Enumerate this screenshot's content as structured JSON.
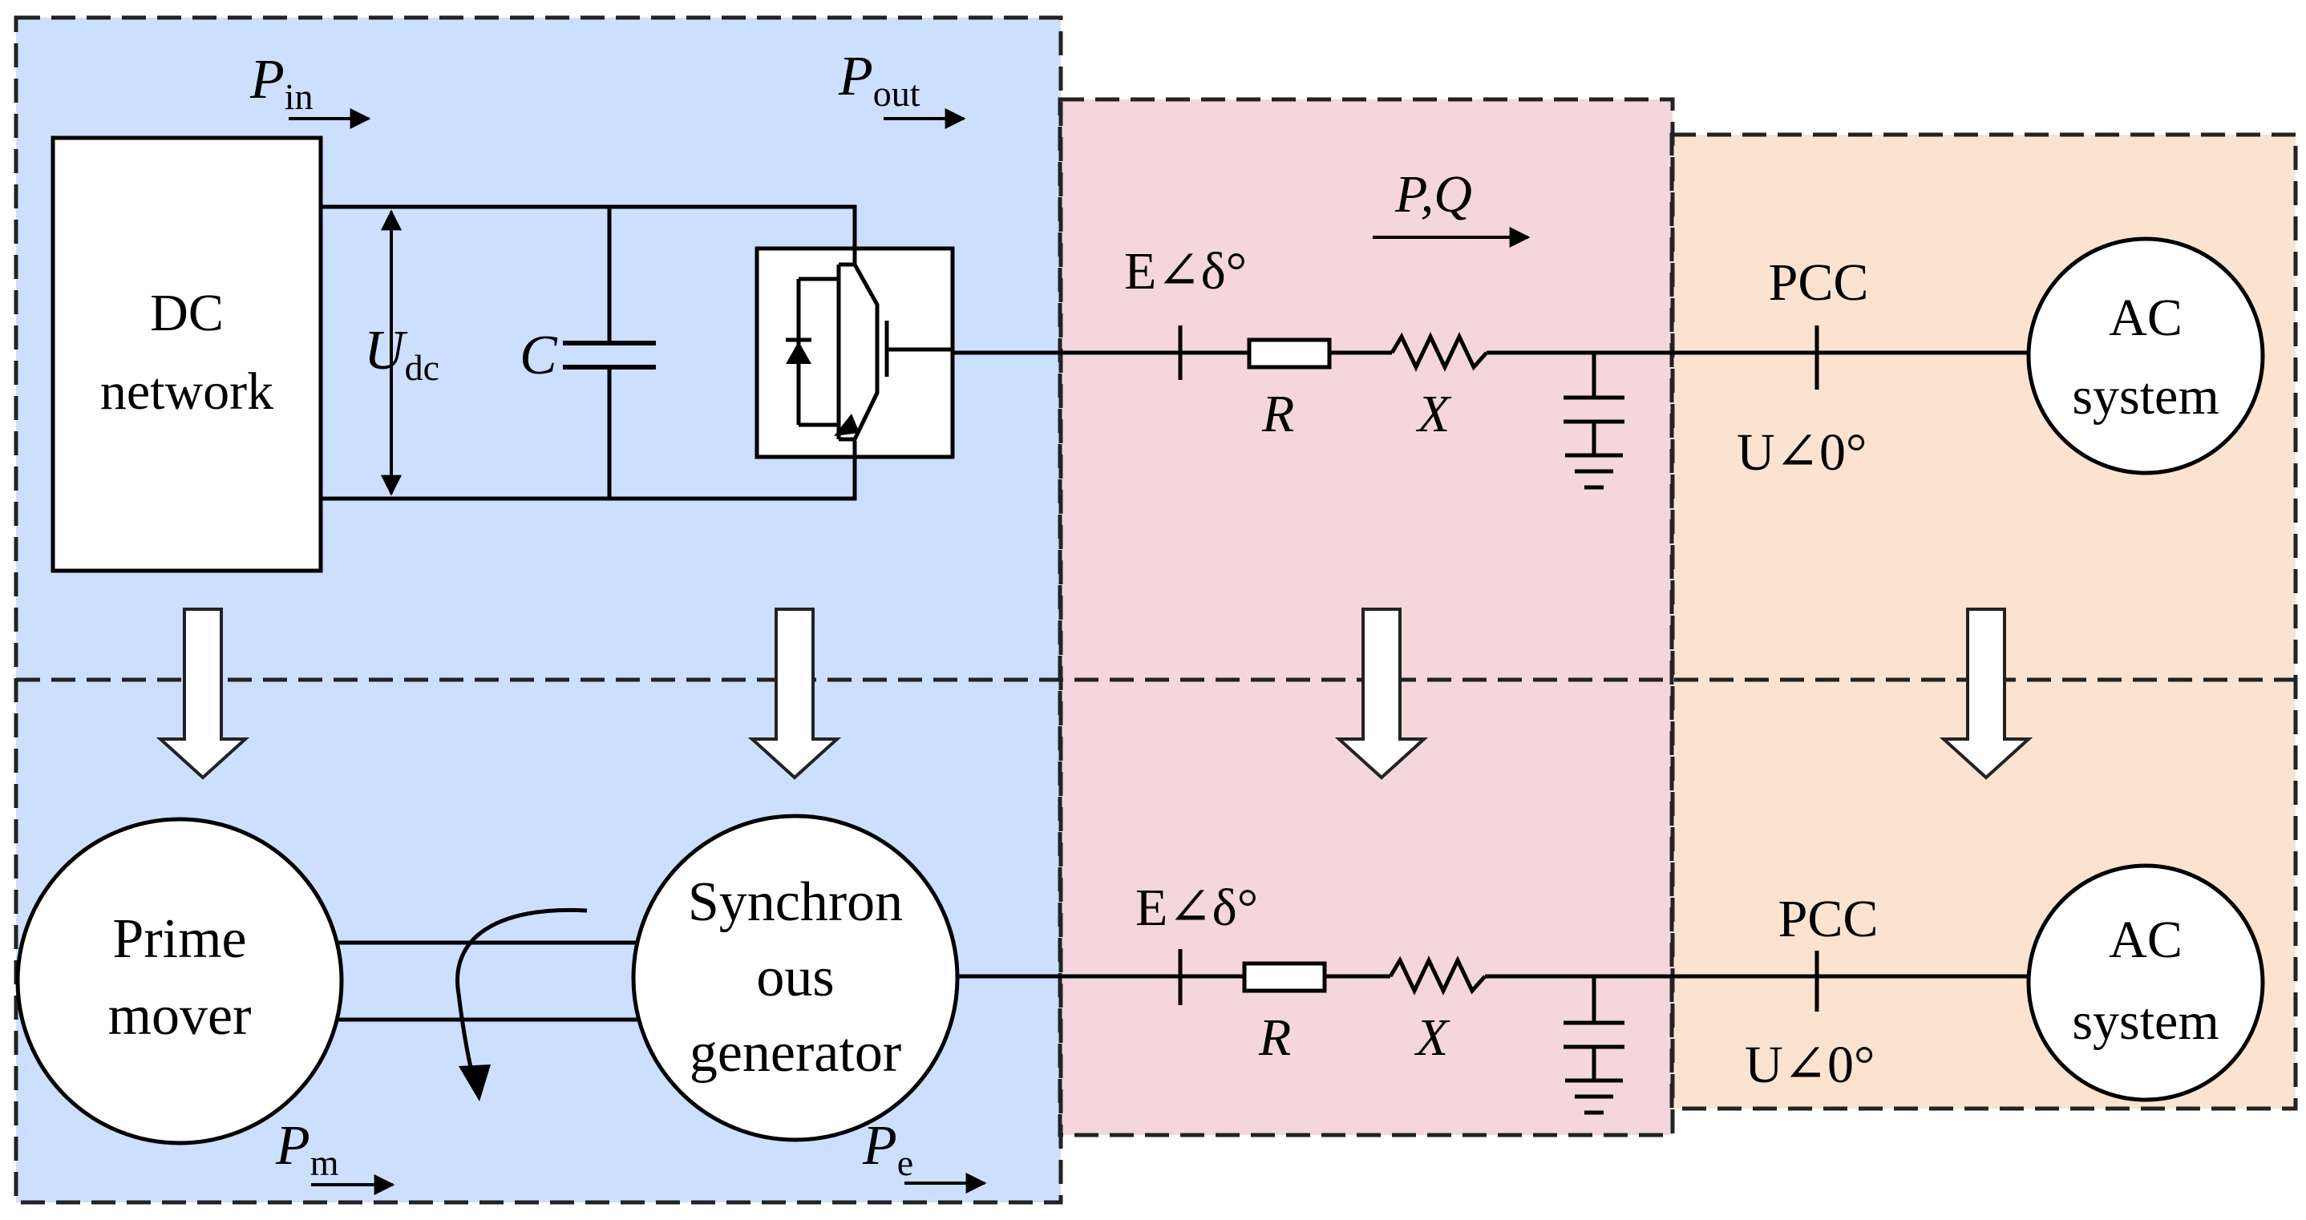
{
  "colors": {
    "vsg_region": "#cddfff",
    "line_region": "#f5d6dd",
    "grid_region": "#fbe3cf",
    "ink": "#000000"
  },
  "top": {
    "dc_network": [
      "DC",
      "network"
    ],
    "p_in": {
      "sym": "P",
      "sub": "in"
    },
    "p_out": {
      "sym": "P",
      "sub": "out"
    },
    "u_dc": {
      "sym": "U",
      "sub": "dc"
    },
    "capacitor": "C",
    "e_delta": "E∠δ°",
    "pq": "P,Q",
    "r": "R",
    "x": "X",
    "pcc": "PCC",
    "u_angle": "U∠0°",
    "ac_system": [
      "AC",
      "system"
    ]
  },
  "bottom": {
    "prime_mover": [
      "Prime",
      "mover"
    ],
    "sync_gen": [
      "Synchron",
      "ous",
      "generator"
    ],
    "p_m": {
      "sym": "P",
      "sub": "m"
    },
    "p_e": {
      "sym": "P",
      "sub": "e"
    },
    "e_delta": "E∠δ°",
    "r": "R",
    "x": "X",
    "pcc": "PCC",
    "u_angle": "U∠0°",
    "ac_system": [
      "AC",
      "system"
    ]
  }
}
